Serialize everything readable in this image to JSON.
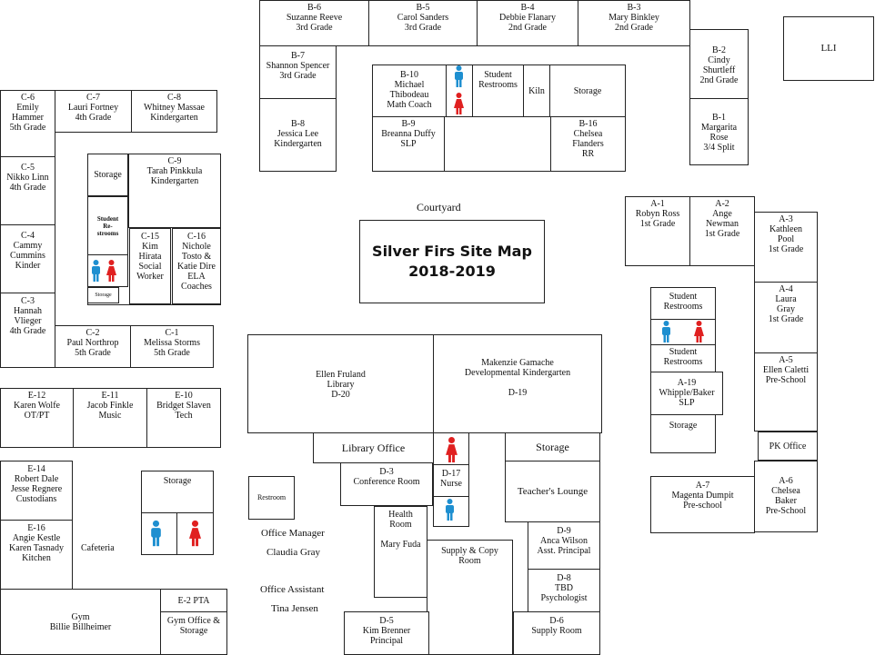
{
  "title": {
    "line1": "Silver Firs Site Map",
    "line2": "2018-2019"
  },
  "courtyard": "Courtyard",
  "b_wing": {
    "b6": [
      "B-6",
      "Suzanne Reeve",
      "3rd Grade"
    ],
    "b5": [
      "B-5",
      "Carol Sanders",
      "3rd Grade"
    ],
    "b4": [
      "B-4",
      "Debbie Flanary",
      "2nd Grade"
    ],
    "b3": [
      "B-3",
      "Mary Binkley",
      "2nd Grade"
    ],
    "b2": [
      "B-2",
      "Cindy",
      "Shurtleff",
      "2nd Grade"
    ],
    "b1": [
      "B-1",
      "Margarita",
      "Rose",
      "3/4 Split"
    ],
    "b7": [
      "B-7",
      "Shannon Spencer",
      "3rd Grade"
    ],
    "b8": [
      "B-8",
      "Jessica Lee",
      "Kindergarten"
    ],
    "b10": [
      "B-10",
      "Michael",
      "Thibodeau",
      "Math Coach"
    ],
    "b9": [
      "B-9",
      "Breanna Duffy",
      "SLP"
    ],
    "b16": [
      "B-16",
      "Chelsea",
      "Flanders",
      "RR"
    ],
    "student_restrooms": [
      "Student",
      "Restrooms"
    ],
    "kiln": "Kiln",
    "storage": "Storage",
    "lli": "LLI"
  },
  "c_wing": {
    "c6": [
      "C-6",
      "Emily",
      "Hammer",
      "5th Grade"
    ],
    "c7": [
      "C-7",
      "Lauri Fortney",
      "4th Grade"
    ],
    "c8": [
      "C-8",
      "Whitney Massae",
      "Kindergarten"
    ],
    "c5": [
      "C-5",
      "Nikko Linn",
      "4th Grade"
    ],
    "c4": [
      "C-4",
      "Cammy",
      "Cummins",
      "Kinder"
    ],
    "c3": [
      "C-3",
      "Hannah",
      "Vlieger",
      "4th Grade"
    ],
    "c2": [
      "C-2",
      "Paul Northrop",
      "5th Grade"
    ],
    "c1": [
      "C-1",
      "Melissa Storms",
      "5th Grade"
    ],
    "c9": [
      "C-9",
      "Tarah Pinkkula",
      "Kindergarten"
    ],
    "storage": "Storage",
    "student_restrooms": [
      "Student",
      "Re-",
      "strooms"
    ],
    "storage_small": "Storage",
    "c15": [
      "C-15",
      "Kim",
      "Hirata",
      "Social",
      "Worker"
    ],
    "c16": [
      "C-16",
      "Nichole",
      "Tosto &",
      "Katie Dire",
      "ELA",
      "Coaches"
    ]
  },
  "a_wing": {
    "a1": [
      "A-1",
      "Robyn Ross",
      "1st Grade"
    ],
    "a2": [
      "A-2",
      "Ange",
      "Newman",
      "1st Grade"
    ],
    "a3": [
      "A-3",
      "Kathleen",
      "Pool",
      "1st Grade"
    ],
    "a4": [
      "A-4",
      "Laura",
      "Gray",
      "1st Grade"
    ],
    "a5": [
      "A-5",
      "Ellen Caletti",
      "Pre-School"
    ],
    "pk_office": "PK Office",
    "a6": [
      "A-6",
      "Chelsea",
      "Baker",
      "Pre-School"
    ],
    "a7": [
      "A-7",
      "Magenta Dumpit",
      "Pre-school"
    ],
    "restrooms_top": [
      "Student",
      "Restrooms"
    ],
    "restrooms_bottom": [
      "Student",
      "Restrooms"
    ],
    "a19": [
      "A-19",
      "Whipple/Baker",
      "SLP"
    ],
    "storage": "Storage"
  },
  "d_wing": {
    "d20": [
      "Ellen Fruland",
      "Library",
      "D-20"
    ],
    "d19": [
      "Makenzie Gamache",
      "Developmental Kindergarten",
      "",
      "D-19"
    ],
    "library_office": "Library Office",
    "storage": "Storage",
    "d3": [
      "D-3",
      "Conference Room"
    ],
    "d17": [
      "D-17",
      "Nurse"
    ],
    "teachers_lounge": "Teacher's Lounge",
    "restroom": "Restroom",
    "health_room": [
      "Health",
      "Room",
      "",
      "Mary Fuda"
    ],
    "supply_copy": [
      "Supply & Copy",
      "Room"
    ],
    "d9": [
      "D-9",
      "Anca Wilson",
      "Asst. Principal"
    ],
    "d8": [
      "D-8",
      "TBD",
      "Psychologist"
    ],
    "d5": [
      "D-5",
      "Kim Brenner",
      "Principal"
    ],
    "d6": [
      "D-6",
      "Supply Room"
    ],
    "office_manager": "Office Manager",
    "office_manager_name": "Claudia Gray",
    "office_assistant": "Office Assistant",
    "office_assistant_name": "Tina Jensen"
  },
  "e_wing": {
    "e12": [
      "E-12",
      "Karen Wolfe",
      "OT/PT"
    ],
    "e11": [
      "E-11",
      "Jacob Finkle",
      "Music"
    ],
    "e10": [
      "E-10",
      "Bridget Slaven",
      "Tech"
    ],
    "e14": [
      "E-14",
      "Robert Dale",
      "Jesse Regnere",
      "Custodians"
    ],
    "e16": [
      "E-16",
      "Angie Kestle",
      "Karen Tasnady",
      "Kitchen"
    ],
    "cafeteria": "Cafeteria",
    "storage": "Storage",
    "gym": [
      "Gym",
      "Billie Billheimer"
    ],
    "e2": "E-2 PTA",
    "gym_office": [
      "Gym Office &",
      "Storage"
    ]
  },
  "colors": {
    "male_icon": "#1e8fd0",
    "female_icon": "#e02020",
    "border": "#222222"
  }
}
